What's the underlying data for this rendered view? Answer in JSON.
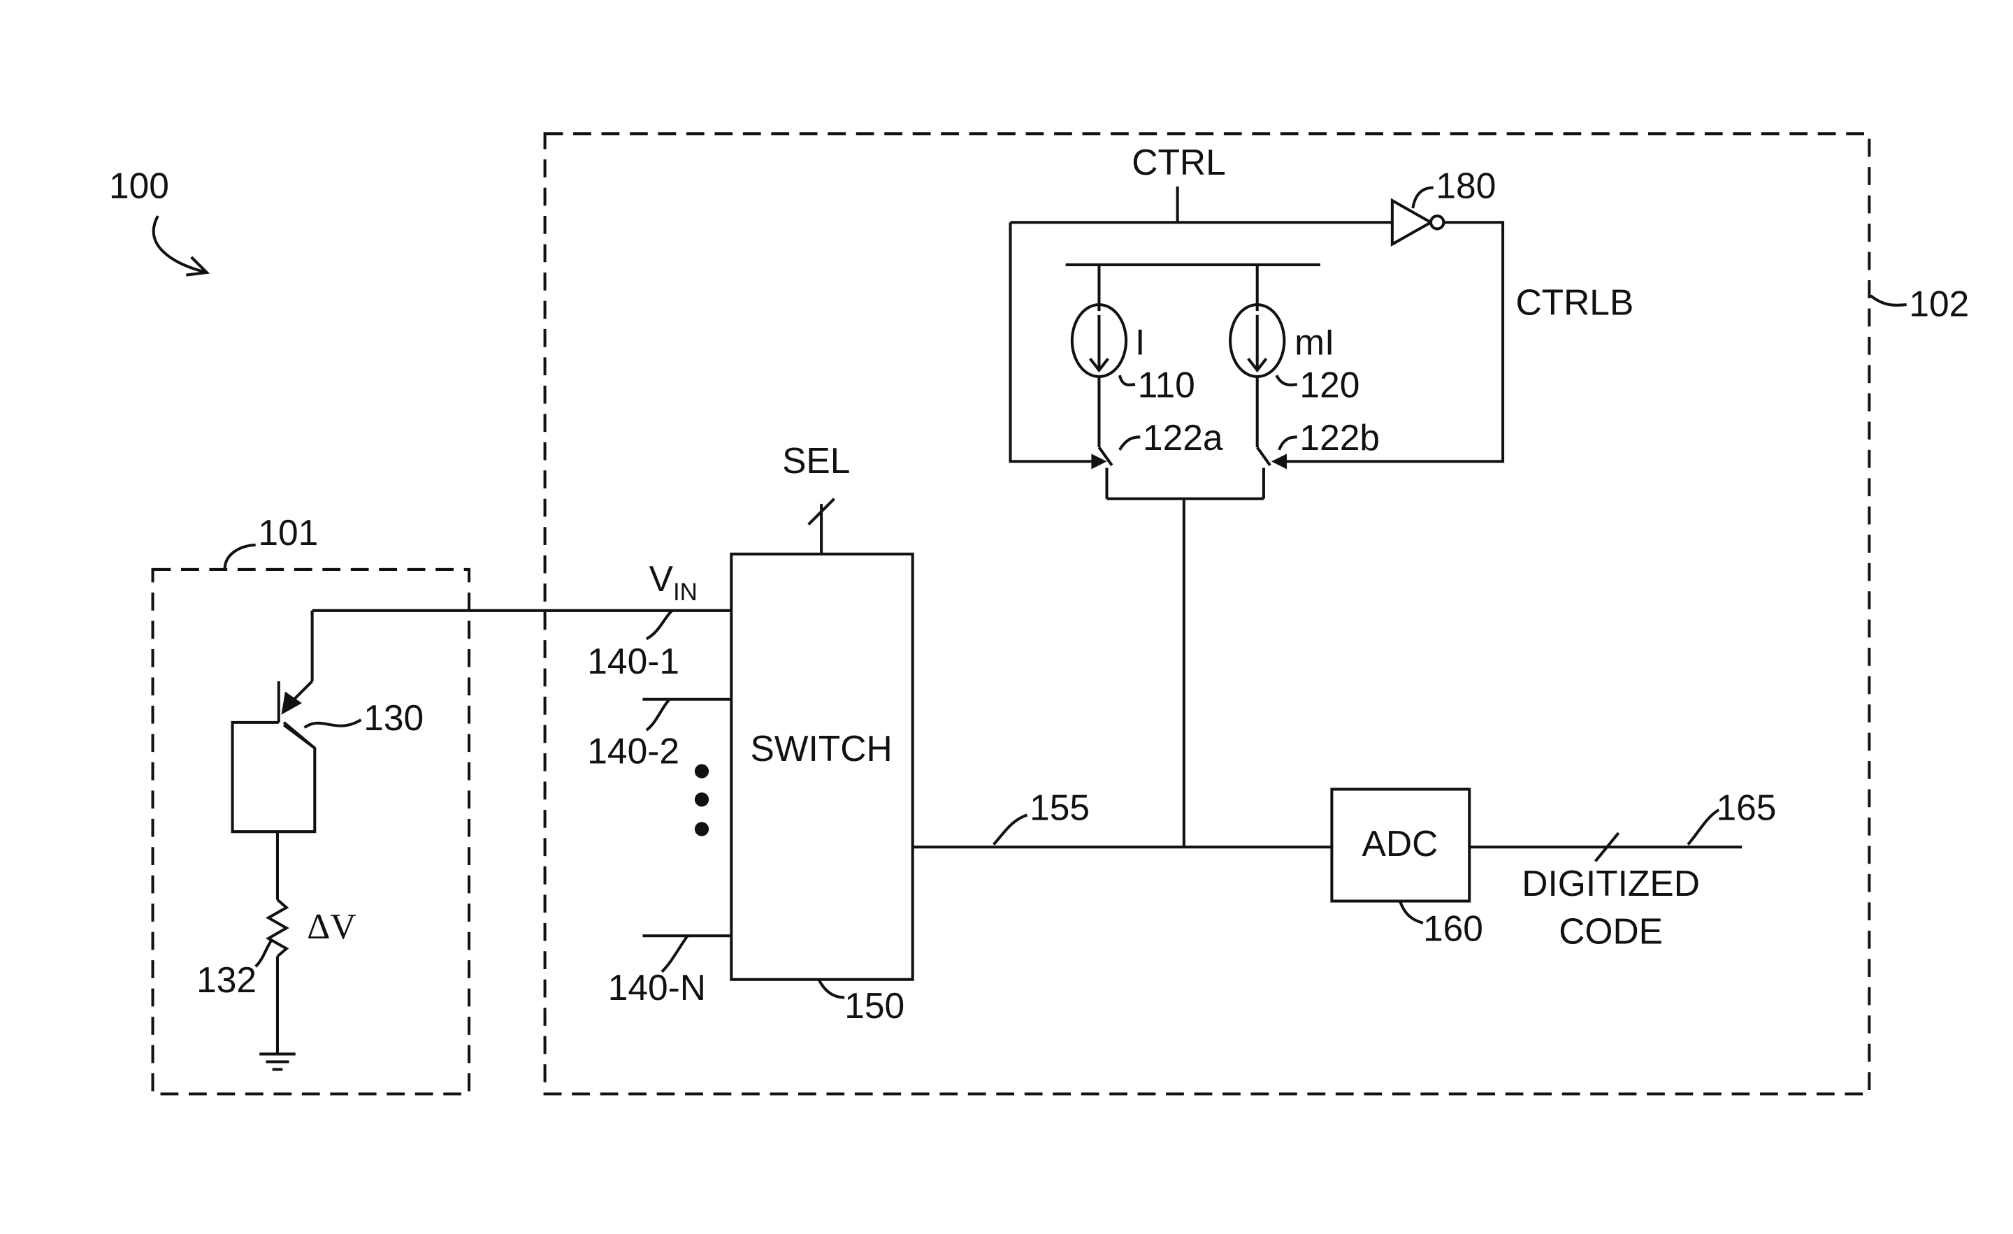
{
  "figure": {
    "ref_100": "100",
    "ref_101": "101",
    "ref_102": "102",
    "ctrl": "CTRL",
    "ctrlb": "CTRLB",
    "ref_180": "180",
    "src_I": "I",
    "src_mI": "mI",
    "ref_110": "110",
    "ref_120": "120",
    "ref_122a": "122a",
    "ref_122b": "122b",
    "sel": "SEL",
    "vin_main": "V",
    "vin_sub": "IN",
    "ref_140_1": "140-1",
    "ref_140_2": "140-2",
    "ref_140_n": "140-N",
    "switch": "SWITCH",
    "ref_150": "150",
    "ref_155": "155",
    "adc": "ADC",
    "ref_160": "160",
    "ref_165": "165",
    "digitized": "DIGITIZED",
    "code": "CODE",
    "ref_130": "130",
    "ref_132": "132",
    "delta_v": "ΔV"
  }
}
